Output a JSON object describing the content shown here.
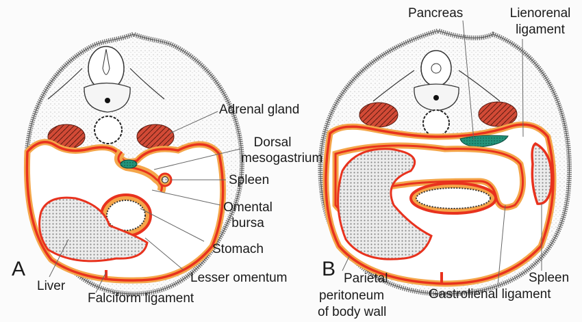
{
  "figure": {
    "colors": {
      "peritoneum_red": "#e8321e",
      "peritoneum_orange": "#f4a64a",
      "body_wall_gray": "#7a7a7a",
      "kidney_red": "#cc3b2a",
      "pancreas_green": "#1f8a6e",
      "organ_stipple": "#cfcfcf",
      "background": "#fbfbfb"
    },
    "panel_a": {
      "letter": "A",
      "labels": {
        "adrenal_gland": "Adrenal gland",
        "dorsal_mesogastrium_1": "Dorsal",
        "dorsal_mesogastrium_2": "mesogastrium",
        "spleen": "Spleen",
        "omental_bursa_1": "Omental",
        "omental_bursa_2": "bursa",
        "stomach": "Stomach",
        "lesser_omentum": "Lesser omentum",
        "liver": "Liver",
        "falciform_ligament": "Falciform ligament"
      }
    },
    "panel_b": {
      "letter": "B",
      "labels": {
        "pancreas": "Pancreas",
        "lienorenal_ligament_1": "Lienorenal",
        "lienorenal_ligament_2": "ligament",
        "parietal_peritoneum_1": "Parietal",
        "parietal_peritoneum_2": "peritoneum",
        "parietal_peritoneum_3": "of body wall",
        "gastrolienal_ligament": "Gastrolienal ligament",
        "spleen": "Spleen"
      }
    }
  }
}
